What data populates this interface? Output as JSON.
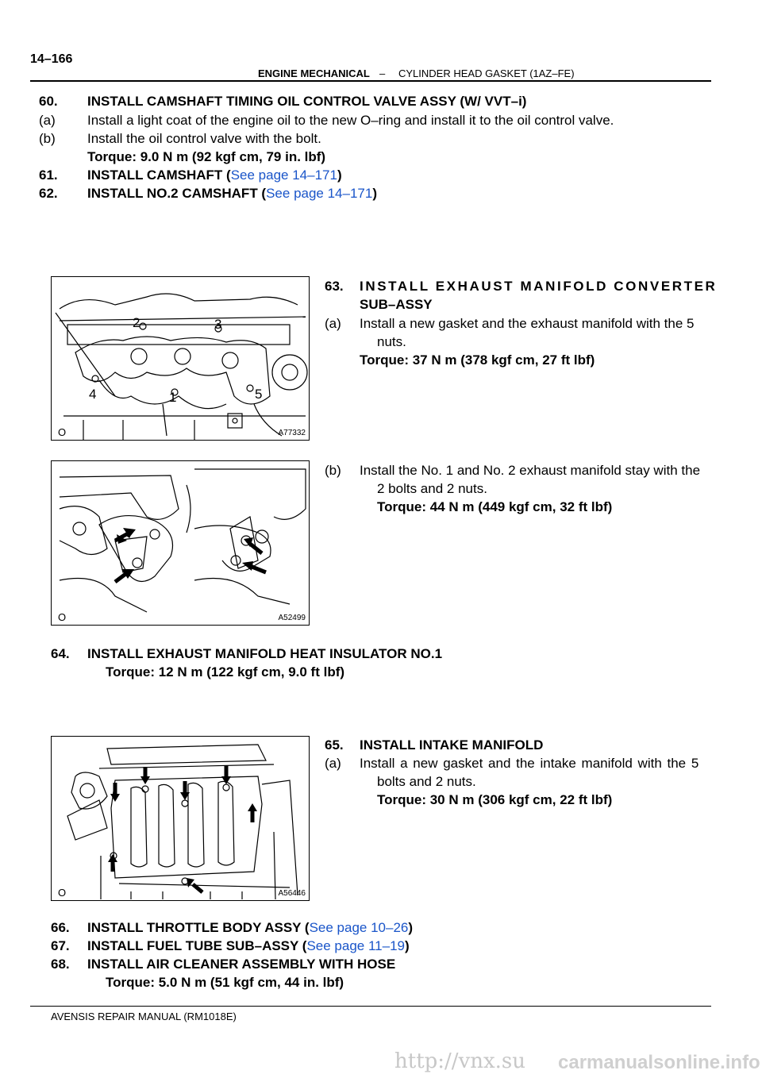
{
  "header": {
    "page_number": "14–166",
    "section": "ENGINE MECHANICAL",
    "separator": "–",
    "subsection": "CYLINDER HEAD GASKET (1AZ–FE)"
  },
  "steps": {
    "s60": {
      "num": "60.",
      "text": "INSTALL CAMSHAFT TIMING OIL CONTROL VALVE ASSY (W/ VVT–i)"
    },
    "s60a": {
      "num": "(a)",
      "text": "Install a light coat of the engine oil to the new O–ring and install it to the oil control valve."
    },
    "s60b": {
      "num": "(b)",
      "text": "Install the oil control valve with the bolt.",
      "torque": "Torque: 9.0 N m (92 kgf cm, 79 in. lbf)"
    },
    "s61": {
      "num": "61.",
      "text": "INSTALL CAMSHAFT (",
      "link": "See page 14–171",
      "close": ")"
    },
    "s62": {
      "num": "62.",
      "text": "INSTALL NO.2 CAMSHAFT (",
      "link": "See page 14–171",
      "close": ")"
    },
    "s63": {
      "num": "63.",
      "line1": "INSTALL EXHAUST MANIFOLD CONVERTER",
      "line2": "SUB–ASSY"
    },
    "s63a": {
      "num": "(a)",
      "line1": "Install a new gasket and the exhaust manifold with the 5",
      "line2": "nuts.",
      "torque": "Torque: 37 N m (378 kgf cm, 27 ft lbf)"
    },
    "s63b": {
      "num": "(b)",
      "line1": "Install the No. 1 and No. 2 exhaust manifold stay with the",
      "line2": "2 bolts and 2 nuts.",
      "torque": "Torque: 44 N m (449 kgf cm, 32 ft lbf)"
    },
    "s64": {
      "num": "64.",
      "text": "INSTALL EXHAUST MANIFOLD HEAT INSULATOR NO.1",
      "torque": "Torque: 12 N m (122 kgf cm, 9.0 ft lbf)"
    },
    "s65": {
      "num": "65.",
      "text": "INSTALL INTAKE MANIFOLD"
    },
    "s65a": {
      "num": "(a)",
      "line1": "Install a new gasket and the intake manifold with the 5",
      "line2": "bolts and 2 nuts.",
      "torque": "Torque: 30 N m (306 kgf cm, 22 ft lbf)"
    },
    "s66": {
      "num": "66.",
      "text": "INSTALL THROTTLE BODY ASSY (",
      "link": "See page 10–26",
      "close": ")"
    },
    "s67": {
      "num": "67.",
      "text": "INSTALL FUEL TUBE SUB–ASSY (",
      "link": "See page 11–19",
      "close": ")"
    },
    "s68": {
      "num": "68.",
      "text": "INSTALL AIR CLEANER ASSEMBLY WITH HOSE",
      "torque": "Torque: 5.0 N m (51 kgf cm, 44 in. lbf)"
    }
  },
  "figures": {
    "fig1": {
      "id": "A77332",
      "mark": "O",
      "callouts": [
        "2",
        "3",
        "4",
        "1",
        "5"
      ]
    },
    "fig2": {
      "id": "A52499",
      "mark": "O"
    },
    "fig3": {
      "id": "A56446",
      "mark": "O"
    }
  },
  "footer": {
    "manual": "AVENSIS REPAIR MANUAL   (RM1018E)",
    "watermark": "http://vnx.su",
    "site": "carmanualsonline.info"
  }
}
